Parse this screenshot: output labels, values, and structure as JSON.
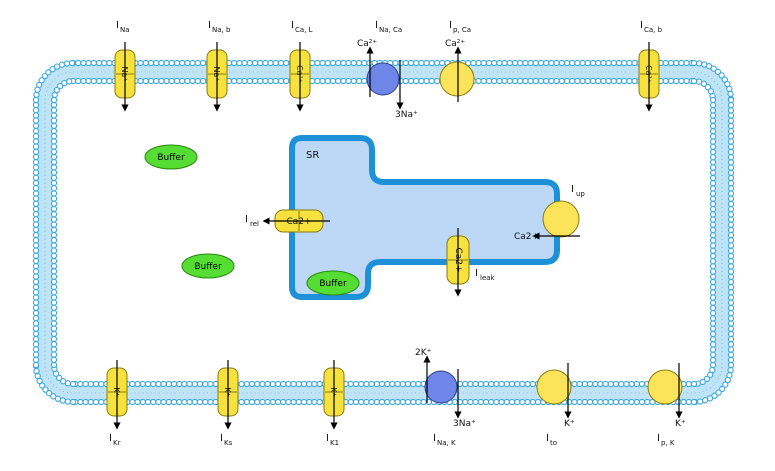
{
  "colors": {
    "membrane_fill": "#bfe4f7",
    "lipid_head": "#3aa7e0",
    "membrane_stroke": "#1b8fd3",
    "sr_fill": "#bcd8f6",
    "sr_stroke": "#1e90d8",
    "channel_fill": "#f7e23d",
    "pump_fill": "#fbe45a",
    "exchanger_fill": "#6d86e8",
    "buffer_fill": "#55dd33"
  },
  "top_currents": [
    {
      "main": "I",
      "sub": "Na",
      "type": "channel",
      "ion": "Na+"
    },
    {
      "main": "I",
      "sub": "Na, b",
      "type": "channel",
      "ion": "Na+"
    },
    {
      "main": "I",
      "sub": "Ca, L",
      "type": "channel",
      "ion": "Ca2+"
    },
    {
      "main": "I",
      "sub": "Na, Ca",
      "type": "exchanger",
      "ion_up": "Ca2+",
      "ion_down": "3Na+"
    },
    {
      "main": "I",
      "sub": "p, Ca",
      "type": "pump",
      "ion_up": "Ca2+"
    },
    {
      "main": "I",
      "sub": "Ca, b",
      "type": "channel",
      "ion": "Ca2+"
    }
  ],
  "bottom_currents": [
    {
      "main": "I",
      "sub": "Kr",
      "type": "channel",
      "ion": "K+"
    },
    {
      "main": "I",
      "sub": "Ks",
      "type": "channel",
      "ion": "K+"
    },
    {
      "main": "I",
      "sub": "K1",
      "type": "channel",
      "ion": "K+"
    },
    {
      "main": "I",
      "sub": "Na, K",
      "type": "exchanger",
      "ion_up": "2K+",
      "ion_down": "3Na+"
    },
    {
      "main": "I",
      "sub": "to",
      "type": "pump",
      "ion_down": "K+"
    },
    {
      "main": "I",
      "sub": "p, K",
      "type": "pump",
      "ion_down": "K+"
    }
  ],
  "sr": {
    "label": "SR",
    "buffer": "Buffer",
    "rel": {
      "main": "I",
      "sub": "rel",
      "ion": "Ca2+"
    },
    "leak": {
      "main": "I",
      "sub": "leak",
      "ion": "Ca2+"
    },
    "up": {
      "main": "I",
      "sub": "up",
      "ion": "Ca2+"
    }
  },
  "cytosol_buffers": [
    "Buffer",
    "Buffer"
  ]
}
